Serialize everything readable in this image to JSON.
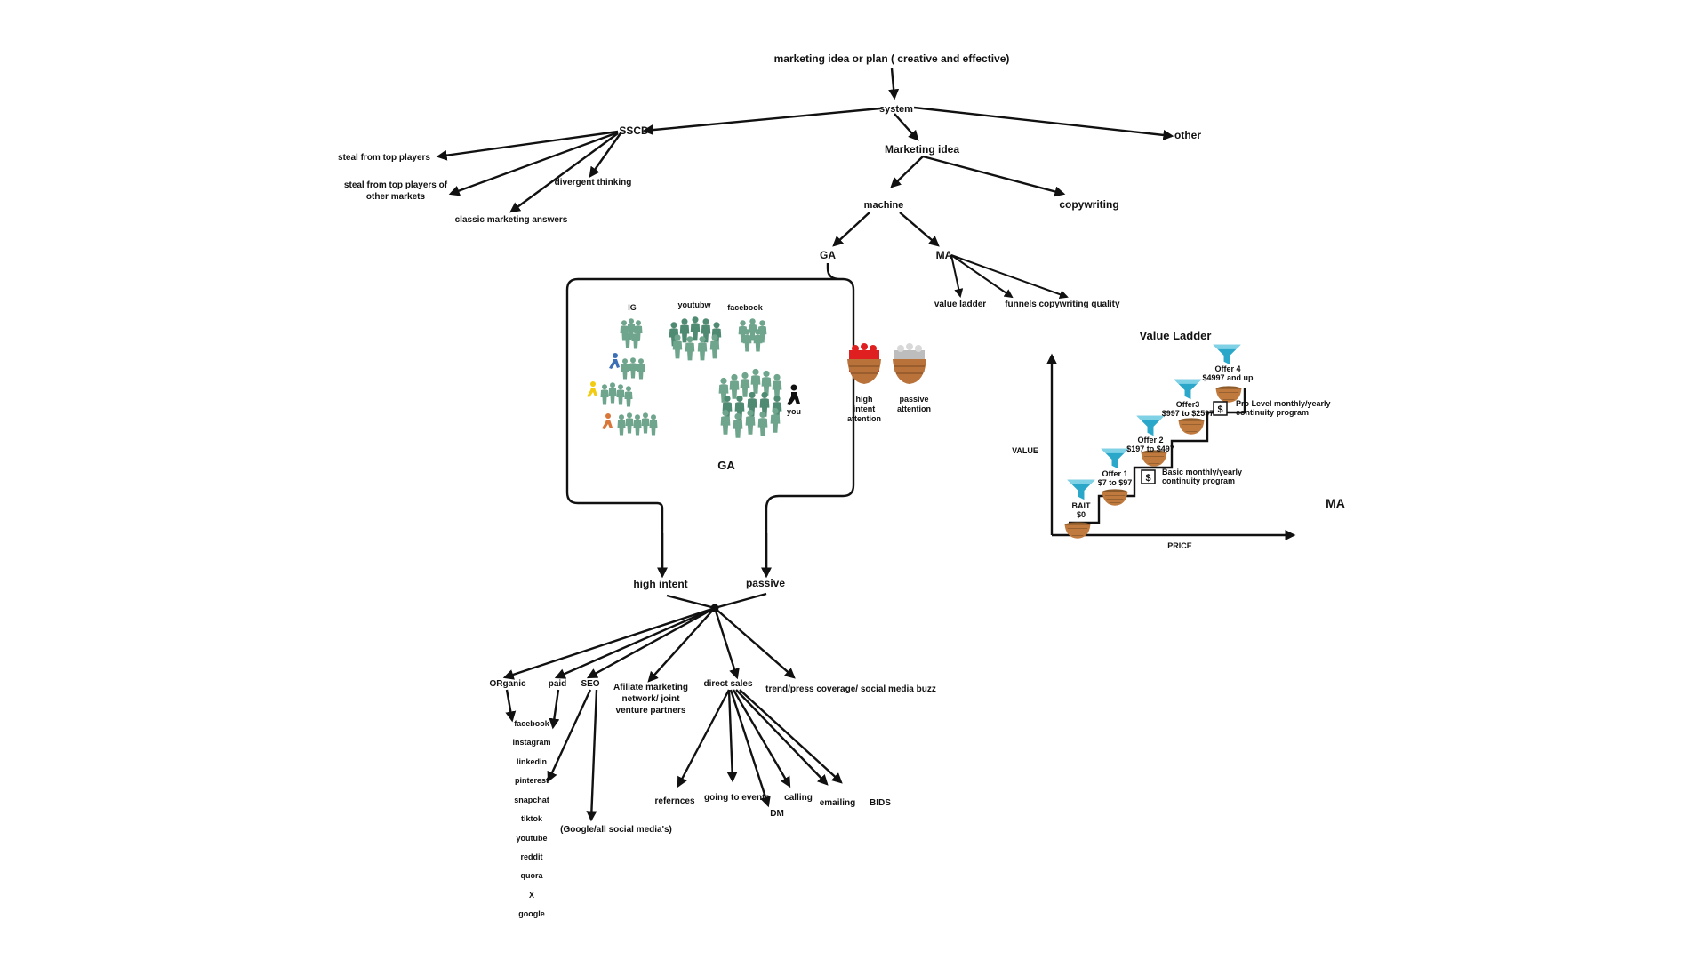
{
  "diagram": {
    "root": "marketing idea or plan ( creative and effective)",
    "system": "system",
    "sscd": "SSCD",
    "other": "other",
    "marketing_idea": "Marketing idea",
    "copywriting": "copywriting",
    "machine": "machine",
    "ga": "GA",
    "ma": "MA",
    "sscd_children": {
      "steal_top": "steal from top players",
      "steal_other_1": "steal from top players of",
      "steal_other_2": "other markets",
      "classic": "classic marketing answers",
      "divergent": "divergent thinking"
    },
    "ma_children": {
      "value_ladder": "value ladder",
      "funnels": "funnels",
      "copy_quality": "copywriting quality"
    },
    "ga_box": {
      "title": "GA",
      "ig": "IG",
      "youtube": "youtubw",
      "facebook": "facebook",
      "you": "you",
      "high_intent_1": "high",
      "high_intent_2": "intent",
      "high_intent_3": "attention",
      "passive_1": "passive",
      "passive_2": "attention"
    },
    "ma_side_label": "MA",
    "value_ladder_chart": {
      "title": "Value Ladder",
      "y_axis": "VALUE",
      "x_axis": "PRICE",
      "steps": [
        {
          "l1": "BAIT",
          "l2": "$0"
        },
        {
          "l1": "Offer 1",
          "l2": "$7 to $97"
        },
        {
          "l1": "Offer 2",
          "l2": "$197 to $497"
        },
        {
          "l1": "Offer3",
          "l2": "$997 to $2597"
        },
        {
          "l1": "Offer 4",
          "l2": "$4997 and up"
        }
      ],
      "basic_1": "Basic monthly/yearly",
      "basic_2": "continuity program",
      "pro_1": "Pro Level monthly/yearly",
      "pro_2": "continuity program",
      "dollar": "$"
    },
    "bottom": {
      "high_intent": "high intent",
      "passive": "passive",
      "organic": "ORganic",
      "paid": "paid",
      "seo": "SEO",
      "affiliate_1": "Afiliate marketing",
      "affiliate_2": "network/ joint",
      "affiliate_3": "venture partners",
      "direct_sales": "direct sales",
      "trend": "trend/press coverage/ social media buzz",
      "google_all": "(Google/all social media's)",
      "platforms": [
        "facebook",
        "instagram",
        "linkedin",
        "pinterest",
        "snapchat",
        "tiktok",
        "youtube",
        "reddit",
        "quora",
        "X",
        "google"
      ],
      "direct_children": {
        "refs": "refernces",
        "events": "going to events",
        "dm": "DM",
        "calling": "calling",
        "emailing": "emailing",
        "bids": "BIDS"
      }
    }
  }
}
